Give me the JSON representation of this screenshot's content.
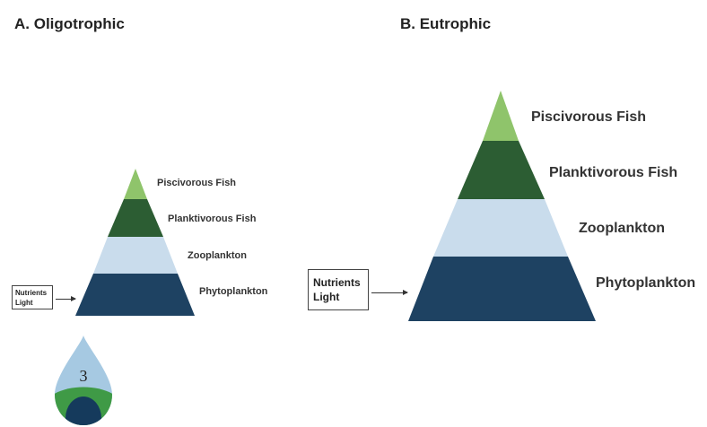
{
  "panel_a": {
    "title": "A. Oligotrophic",
    "levels": [
      "Piscivorous Fish",
      "Planktivorous Fish",
      "Zooplankton",
      "Phytoplankton"
    ],
    "input_lines": [
      "Nutrients",
      "Light"
    ]
  },
  "panel_b": {
    "title": "B. Eutrophic",
    "levels": [
      "Piscivorous Fish",
      "Planktivorous Fish",
      "Zooplankton",
      "Phytoplankton"
    ],
    "input_lines": [
      "Nutrients",
      "Light"
    ]
  },
  "badge": {
    "number": "3"
  },
  "colors": {
    "piscivorous": "#8fc46b",
    "planktivorous": "#2c5d33",
    "zooplankton": "#c9dcec",
    "phytoplankton": "#1e4262",
    "drop_top": "#a6c9e2",
    "drop_mid": "#3f9a46",
    "drop_bottom": "#153a5c"
  }
}
